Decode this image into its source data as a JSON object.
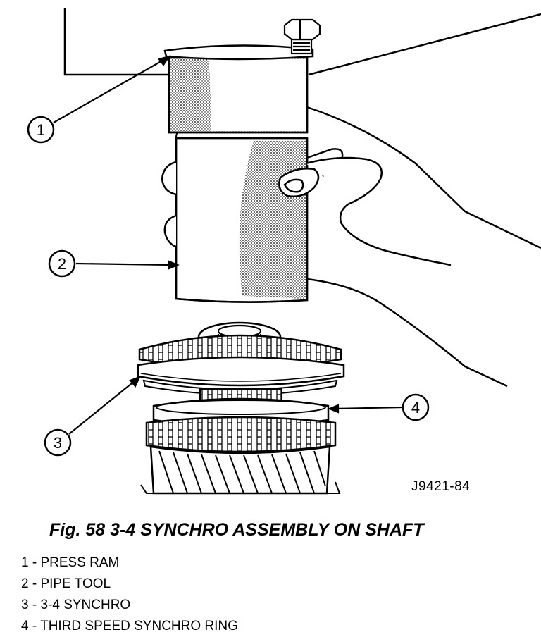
{
  "figure": {
    "reference_code": "J9421-84",
    "title": "Fig. 58 3-4 SYNCHRO ASSEMBLY ON SHAFT"
  },
  "callouts": [
    {
      "number": "1"
    },
    {
      "number": "2"
    },
    {
      "number": "3"
    },
    {
      "number": "4"
    }
  ],
  "legend": [
    "1 - PRESS RAM",
    "2 - PIPE TOOL",
    "3 - 3-4 SYNCHRO",
    "4 - THIRD SPEED SYNCHRO RING"
  ]
}
